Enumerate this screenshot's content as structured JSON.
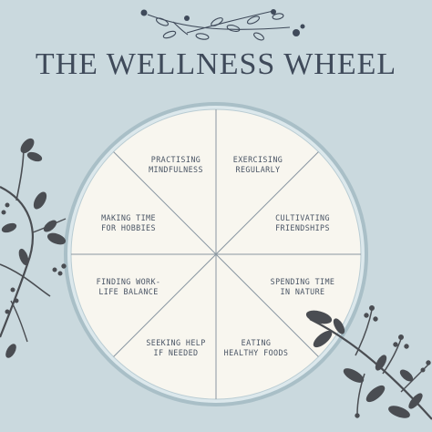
{
  "title": "THE WELLNESS WHEEL",
  "segments": [
    {
      "line1": "PRACTISING",
      "line2": "MINDFULNESS"
    },
    {
      "line1": "EXERCISING",
      "line2": "REGULARLY"
    },
    {
      "line1": "CULTIVATING",
      "line2": "FRIENDSHIPS"
    },
    {
      "line1": "SPENDING TIME",
      "line2": "IN NATURE"
    },
    {
      "line1": "EATING",
      "line2": "HEALTHY FOODS"
    },
    {
      "line1": "SEEKING HELP",
      "line2": "IF NEEDED"
    },
    {
      "line1": "FINDING WORK-",
      "line2": "LIFE BALANCE"
    },
    {
      "line1": "MAKING TIME",
      "line2": "FOR HOBBIES"
    }
  ],
  "colors": {
    "background": "#cad9de",
    "wheel_fill": "#f8f6ef",
    "ring": "#a9bfc7",
    "lines": "#7b8a96",
    "title": "#3f4a5a",
    "plant": "#4a4d52"
  },
  "decorations": [
    "top-floral-branch",
    "left-leafy-vine",
    "bottom-right-leafy-vine"
  ]
}
